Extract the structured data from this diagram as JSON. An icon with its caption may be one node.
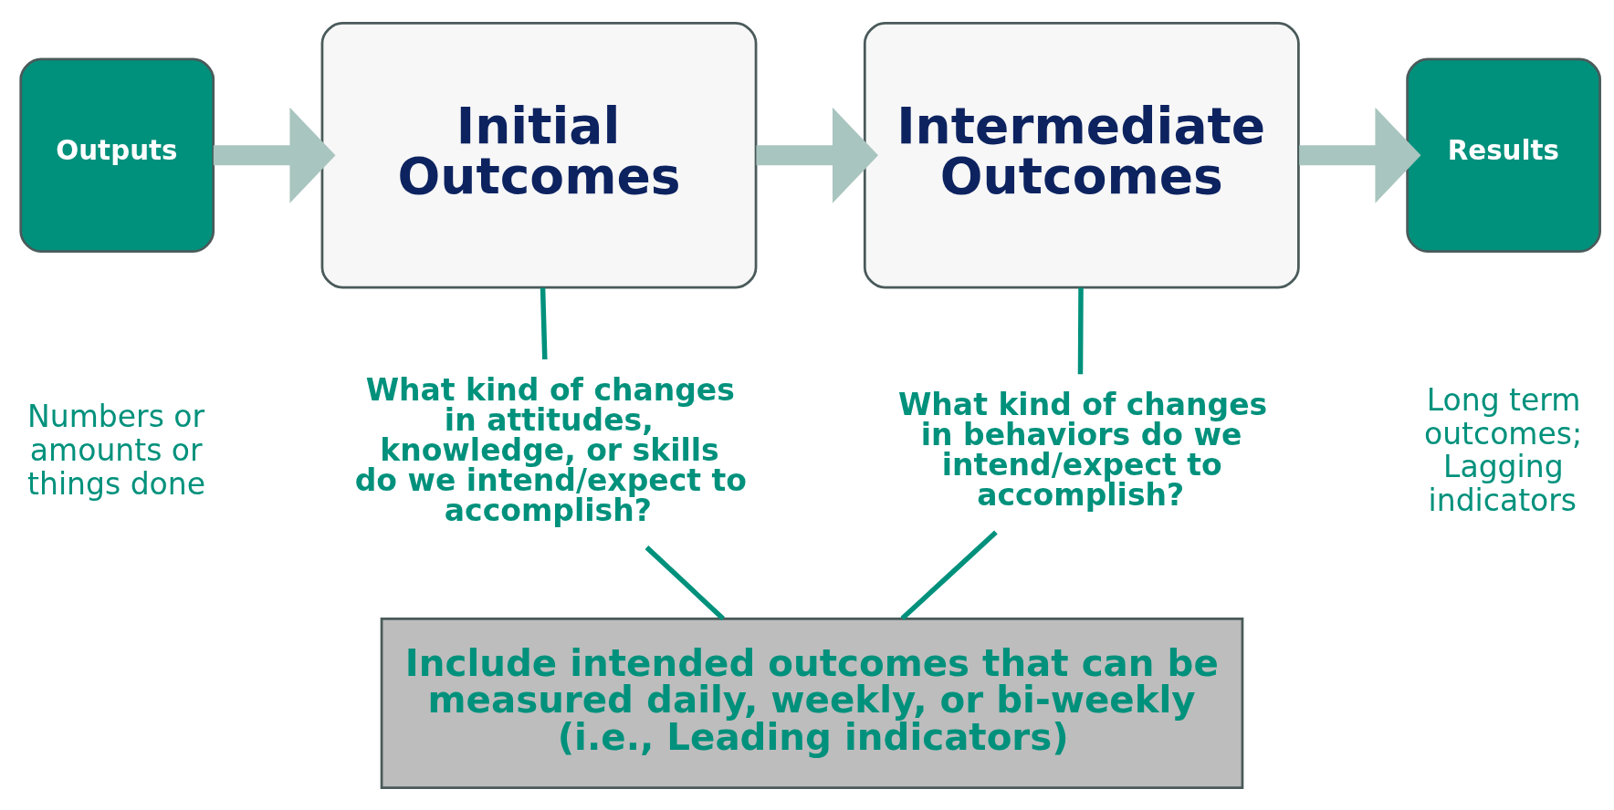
{
  "diagram": {
    "nodes": [
      {
        "text": [
          "Outputs"
        ]
      },
      {
        "text": [
          "Initial Outcomes"
        ]
      },
      {
        "text": [
          "Intermediate Outcomes"
        ]
      },
      {
        "text": [
          "Results"
        ]
      },
      {
        "text": [
          "What kind of changes in attitudes, knowledge, or skills do we intend/expect to accomplish?"
        ]
      },
      {
        "text": [
          "What kind of changes in behaviors do we intend/expect to accomplish?"
        ]
      },
      {
        "text": [
          "Include intended outcomes that can be measured daily, weekly, or bi-weekly (i.e., Leading indicators)"
        ]
      }
    ],
    "edges": [
      {
        "from": 0,
        "to": 1,
        "arrow": "to",
        "style": "thick",
        "color": "#a9c5bf"
      },
      {
        "from": 1,
        "to": 2,
        "arrow": "to",
        "style": "thick",
        "color": "#a9c5bf"
      },
      {
        "from": 2,
        "to": 3,
        "arrow": "to",
        "style": "thick",
        "color": "#a9c5bf"
      },
      {
        "from": 1,
        "to": 4,
        "arrow": "none"
      },
      {
        "from": 2,
        "to": 5,
        "arrow": "none"
      },
      {
        "from": 4,
        "to": 6,
        "arrow": "none"
      },
      {
        "from": 5,
        "to": 6,
        "arrow": "none"
      }
    ],
    "labels": [
      "Numbers or amounts or things done",
      "Long term outcomes; Lagging indicators"
    ]
  }
}
